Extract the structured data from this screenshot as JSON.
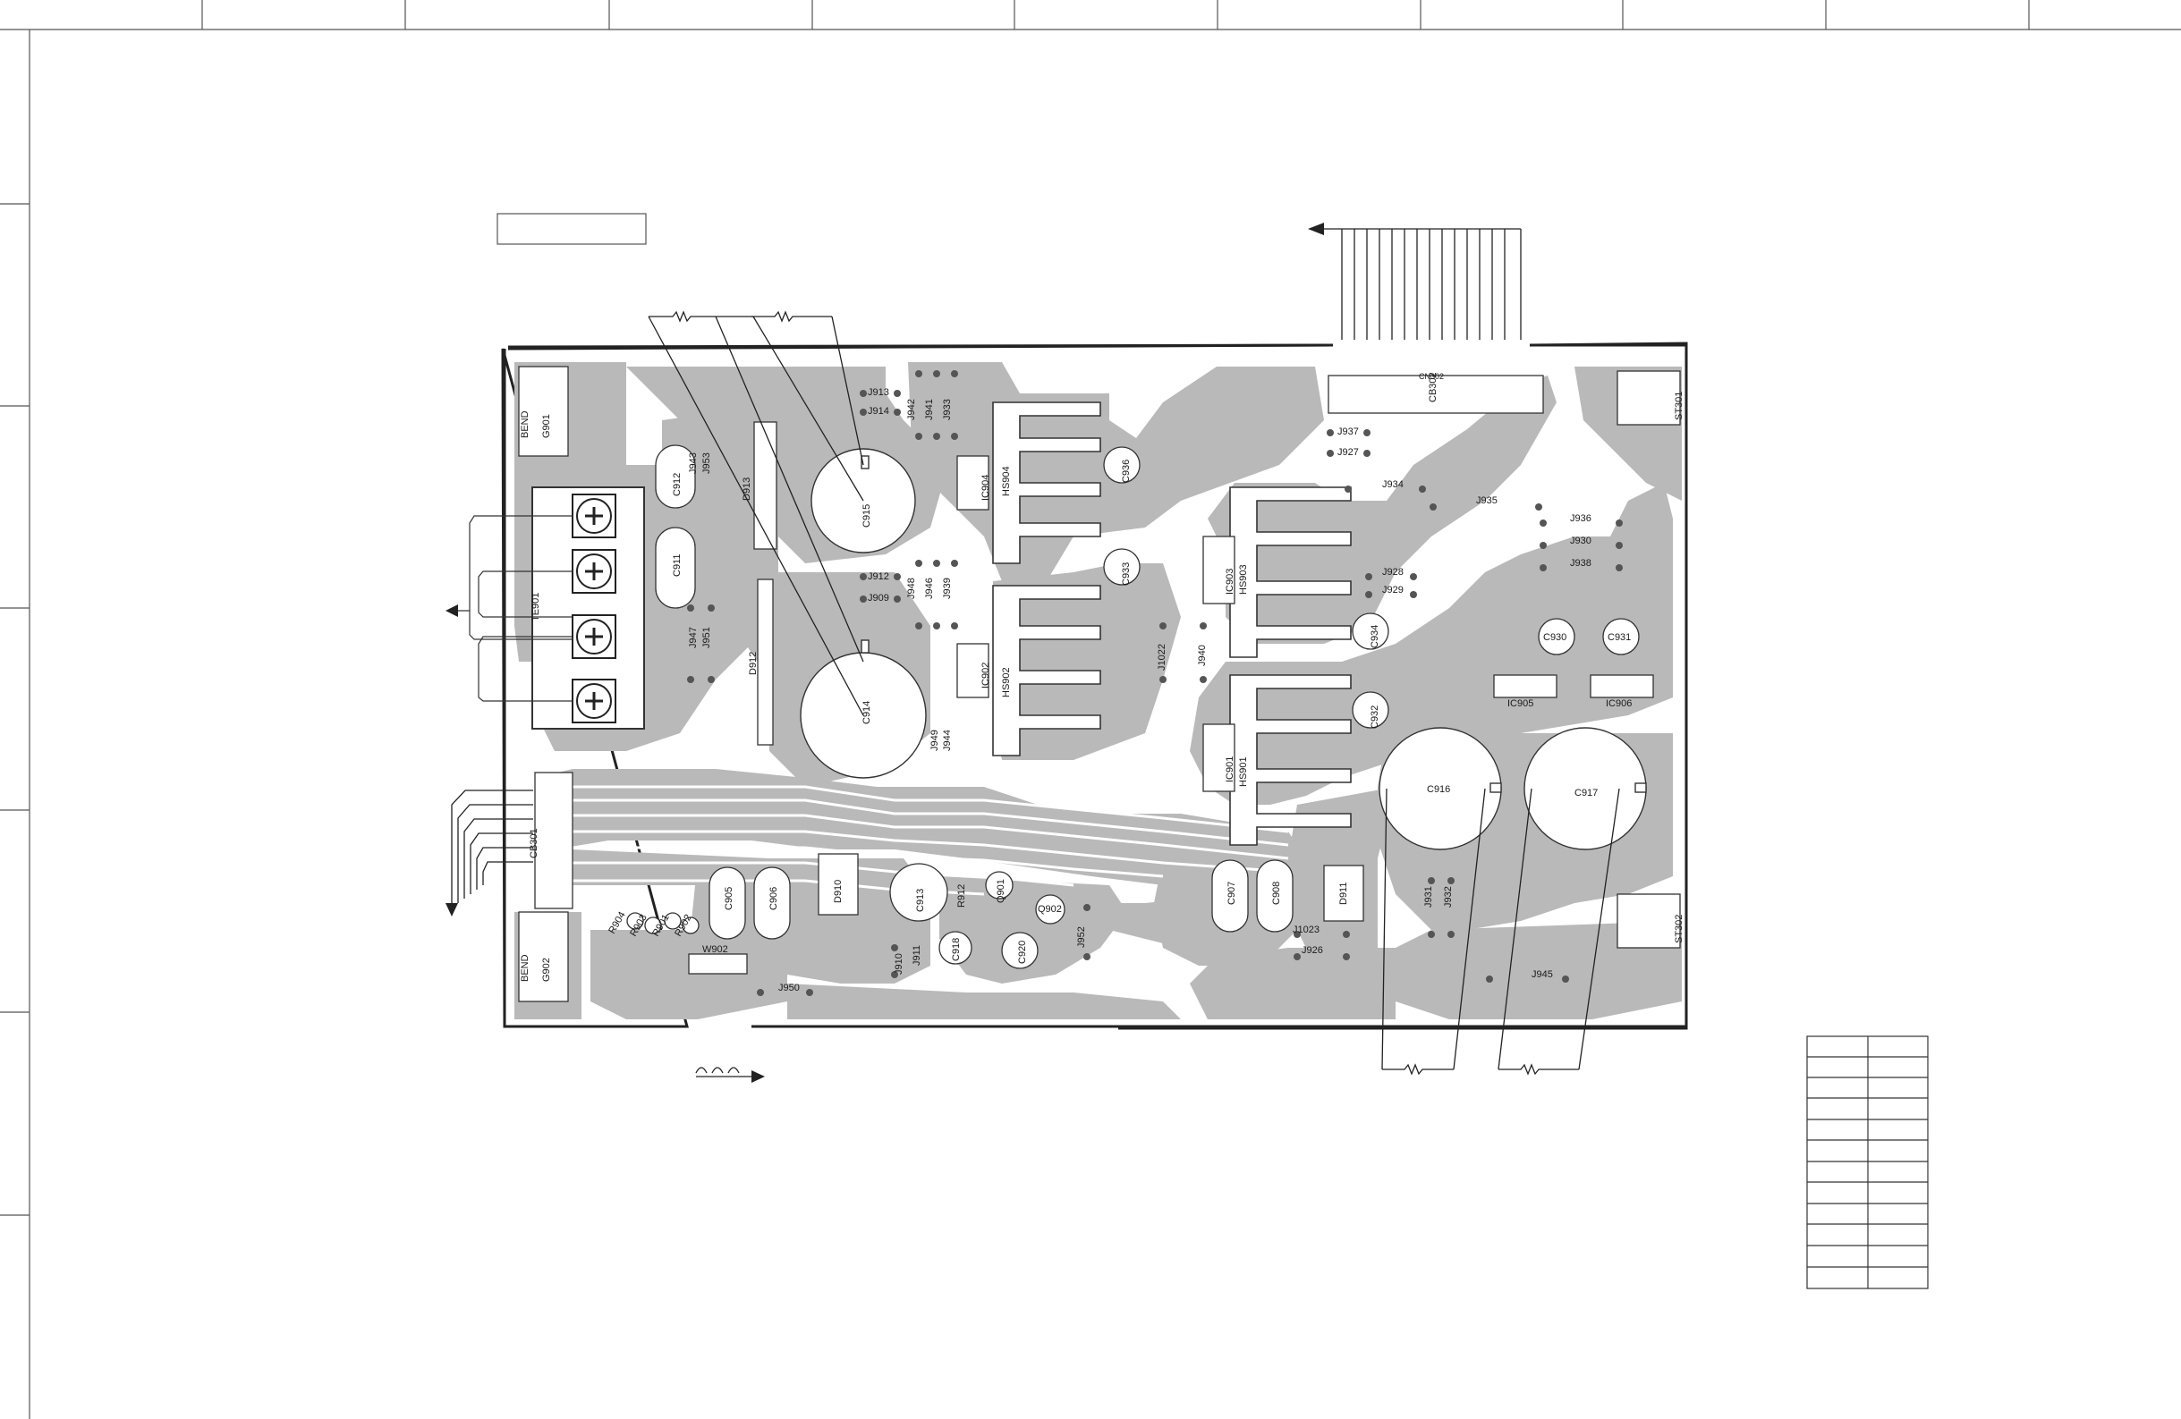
{
  "board": {
    "upper_labels": [
      "J913",
      "J914",
      "J912",
      "J909",
      "J934",
      "J935",
      "J936",
      "J930",
      "J938",
      "J928",
      "J929",
      "J937",
      "J927",
      "J945",
      "J926",
      "J1023",
      "J950",
      "CN302"
    ],
    "vertical_labels": [
      {
        "text": "G901"
      },
      {
        "text": "G902"
      },
      {
        "text": "BEND"
      },
      {
        "text": "BEND"
      },
      {
        "text": "C912"
      },
      {
        "text": "C911"
      },
      {
        "text": "TE901"
      },
      {
        "text": "J943"
      },
      {
        "text": "J953"
      },
      {
        "text": "J947"
      },
      {
        "text": "J951"
      },
      {
        "text": "D913"
      },
      {
        "text": "D912"
      },
      {
        "text": "C915"
      },
      {
        "text": "C914"
      },
      {
        "text": "J942"
      },
      {
        "text": "J941"
      },
      {
        "text": "J933"
      },
      {
        "text": "J948"
      },
      {
        "text": "J946"
      },
      {
        "text": "J939"
      },
      {
        "text": "J949"
      },
      {
        "text": "J944"
      },
      {
        "text": "IC904"
      },
      {
        "text": "IC902"
      },
      {
        "text": "HS904"
      },
      {
        "text": "HS902"
      },
      {
        "text": "C936"
      },
      {
        "text": "C933"
      },
      {
        "text": "J1022"
      },
      {
        "text": "J940"
      },
      {
        "text": "HS903"
      },
      {
        "text": "IC903"
      },
      {
        "text": "IC901"
      },
      {
        "text": "HS901"
      },
      {
        "text": "C934"
      },
      {
        "text": "C932"
      },
      {
        "text": "CB301"
      },
      {
        "text": "CB302"
      },
      {
        "text": "ST301"
      },
      {
        "text": "ST302"
      },
      {
        "text": "C905"
      },
      {
        "text": "C906"
      },
      {
        "text": "D910"
      },
      {
        "text": "C913"
      },
      {
        "text": "R912"
      },
      {
        "text": "Q901"
      },
      {
        "text": "Q902"
      },
      {
        "text": "J910"
      },
      {
        "text": "J911"
      },
      {
        "text": "C918"
      },
      {
        "text": "C920"
      },
      {
        "text": "J952"
      },
      {
        "text": "C907"
      },
      {
        "text": "C908"
      },
      {
        "text": "D911"
      },
      {
        "text": "J931"
      },
      {
        "text": "J932"
      },
      {
        "text": "R904"
      },
      {
        "text": "R903"
      },
      {
        "text": "R901"
      },
      {
        "text": "R902"
      },
      {
        "text": "W902"
      }
    ],
    "caps_labels": [
      "C930",
      "C931",
      "IC905",
      "IC906",
      "C916",
      "C917"
    ]
  },
  "legend_table": {
    "rows": 12,
    "cols": 2
  }
}
